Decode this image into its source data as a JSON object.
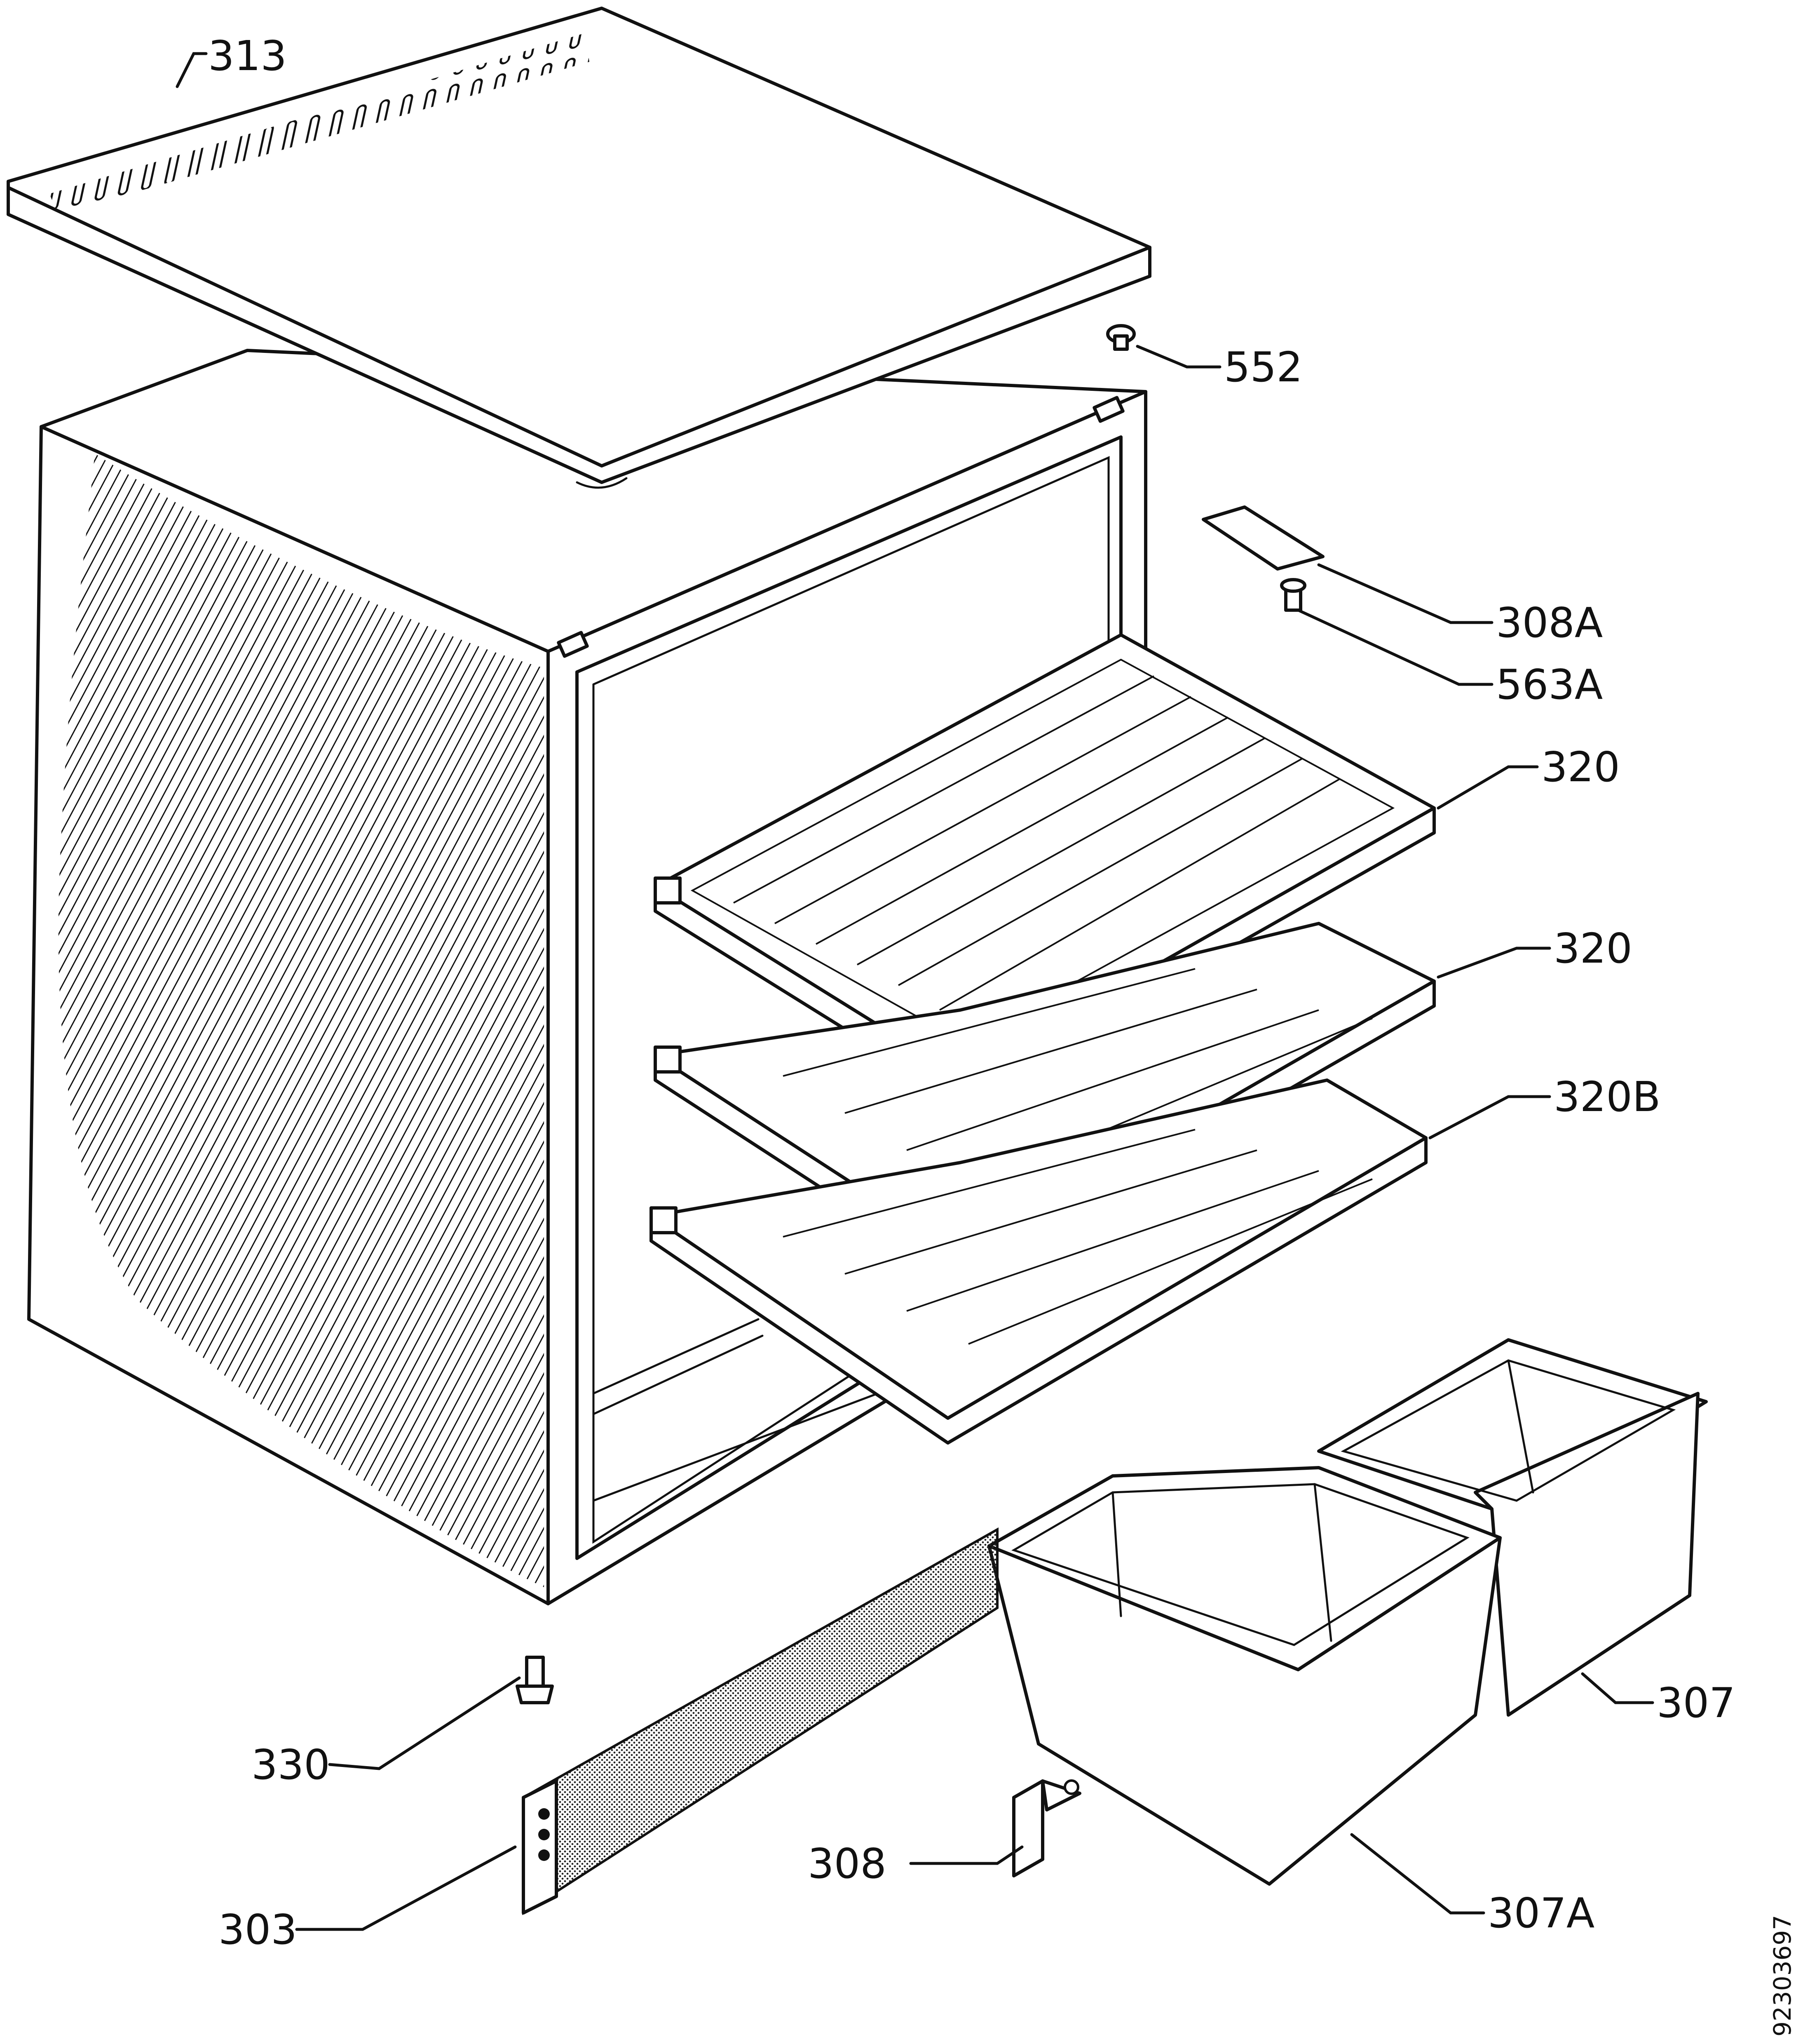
{
  "diagram": {
    "drawing_number": "92303697",
    "callouts": {
      "top_cover": "313",
      "cover_screw": "552",
      "top_hinge": "308A",
      "hinge_pin": "563A",
      "shelf_upper": "320",
      "shelf_middle": "320",
      "shelf_lower": "320B",
      "drawer_small": "307",
      "drawer_large": "307A",
      "bottom_bracket": "308",
      "foot_screw": "330",
      "kick_plate": "303"
    }
  }
}
